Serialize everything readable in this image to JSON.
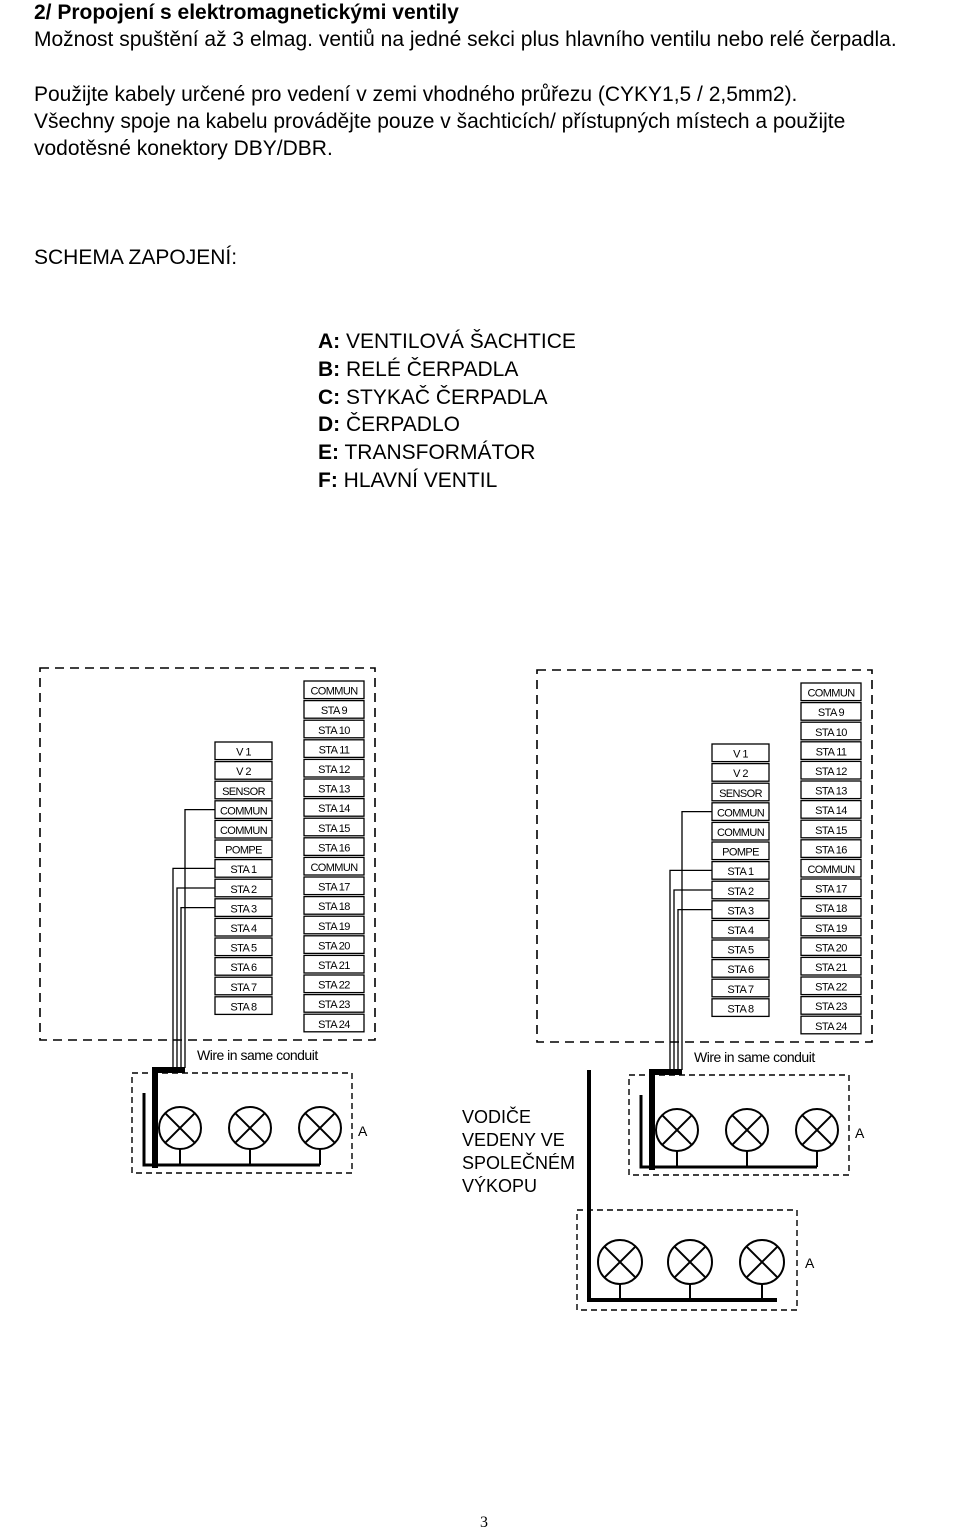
{
  "heading": "2/ Propojení s elektromagnetickými ventily",
  "paragraphs": [
    "Možnost spuštění až 3  elmag. ventiů na jedné sekci plus hlavního ventilu nebo relé čerpadla.",
    "Použijte kabely určené pro vedení v zemi  vhodného průřezu (CYKY1,5 / 2,5mm2).",
    "Všechny spoje na kabelu provádějte pouze v šachticích/ přístupných místech a použijte vodotěsné konektory DBY/DBR."
  ],
  "schema_title": "SCHEMA ZAPOJENÍ:",
  "legend": [
    {
      "key": "A:",
      "text": " VENTILOVÁ ŠACHTICE"
    },
    {
      "key": "B:",
      "text": " RELÉ ČERPADLA"
    },
    {
      "key": "C:",
      "text": " STYKAČ ČERPADLA"
    },
    {
      "key": "D:",
      "text": " ČERPADLO"
    },
    {
      "key": "E:",
      "text": " TRANSFORMÁTOR"
    },
    {
      "key": "F:",
      "text": " HLAVNÍ VENTIL"
    }
  ],
  "terminals_left": [
    "V 1",
    "V 2",
    "SENSOR",
    "COMMUN",
    "COMMUN",
    "POMPE",
    "STA 1",
    "STA 2",
    "STA 3",
    "STA 4",
    "STA 5",
    "STA 6",
    "STA 7",
    "STA 8"
  ],
  "terminals_right": [
    "COMMUN",
    "STA 9",
    "STA 10",
    "STA 11",
    "STA 12",
    "STA 13",
    "STA 14",
    "STA 15",
    "STA 16",
    "COMMUN",
    "STA 17",
    "STA 18",
    "STA 19",
    "STA 20",
    "STA 21",
    "STA 22",
    "STA 23",
    "STA 24"
  ],
  "wire_note": "Wire in same conduit",
  "valve_box_label": "A",
  "callout": [
    "VODIČE",
    "VEDENY VE",
    "SPOLEČNÉM",
    "VÝKOPU"
  ],
  "page_number": "3"
}
